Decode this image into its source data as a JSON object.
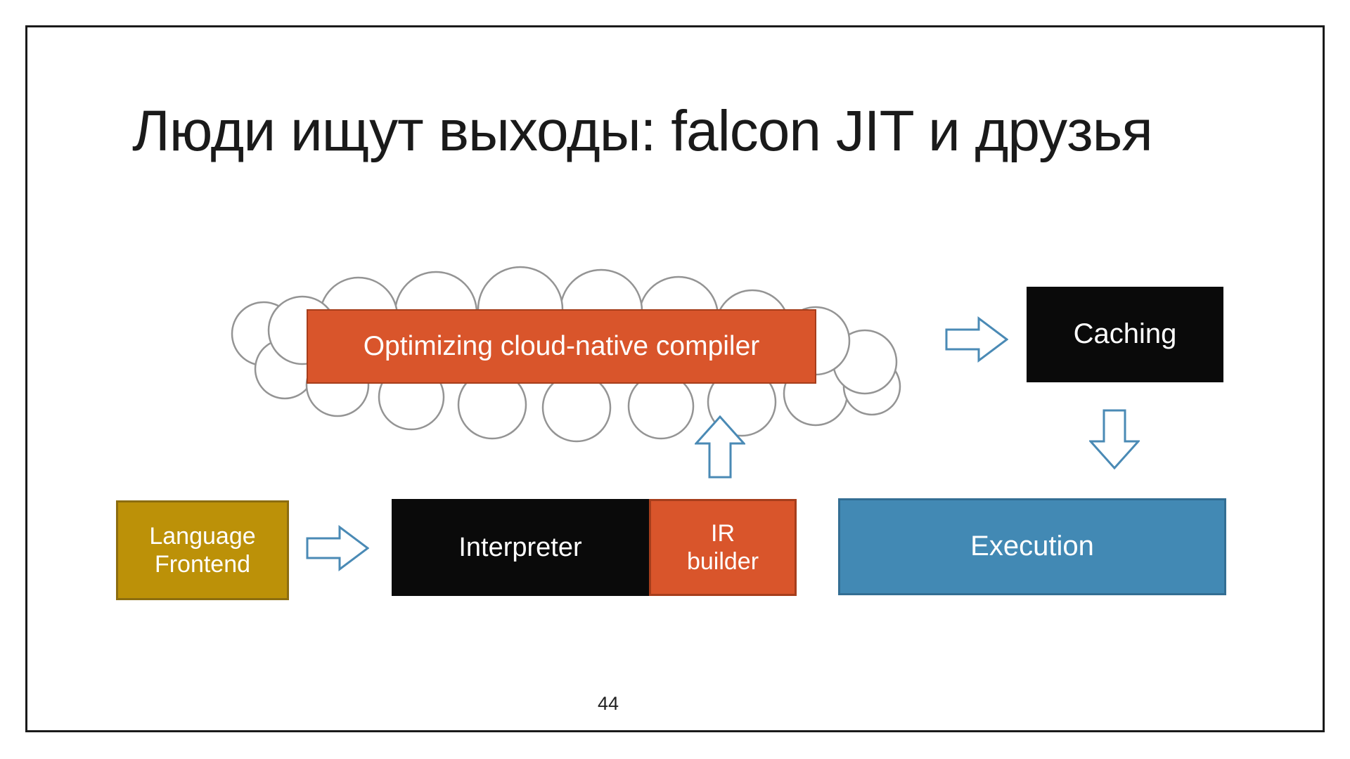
{
  "slide": {
    "title": "Люди ищут выходы: falcon JIT и друзья",
    "page_number": "44"
  },
  "diagram": {
    "compiler_label": "Optimizing cloud-native compiler",
    "caching_label": "Caching",
    "language_frontend_label": "Language Frontend",
    "interpreter_label": "Interpreter",
    "ir_builder_label": "IR builder",
    "execution_label": "Execution"
  },
  "icons": {
    "cloud": "cloud-outline-shape",
    "arrow_frontend_to_interpreter": "block-arrow-right",
    "arrow_cloud_to_caching": "block-arrow-right",
    "arrow_irbuilder_to_cloud": "block-arrow-up",
    "arrow_caching_to_execution": "block-arrow-down"
  },
  "colors": {
    "orange": "#D9552B",
    "orange-border": "#A63E1C",
    "gold": "#BC9108",
    "gold-border": "#8C6D10",
    "black-box": "#0A0A0A",
    "blue": "#4289B4",
    "blue-border": "#336E93",
    "arrow-stroke": "#4A8AB5",
    "cloud-stroke": "#949494",
    "frame-border": "#1A1A1A",
    "title-color": "#1A1A1A"
  }
}
